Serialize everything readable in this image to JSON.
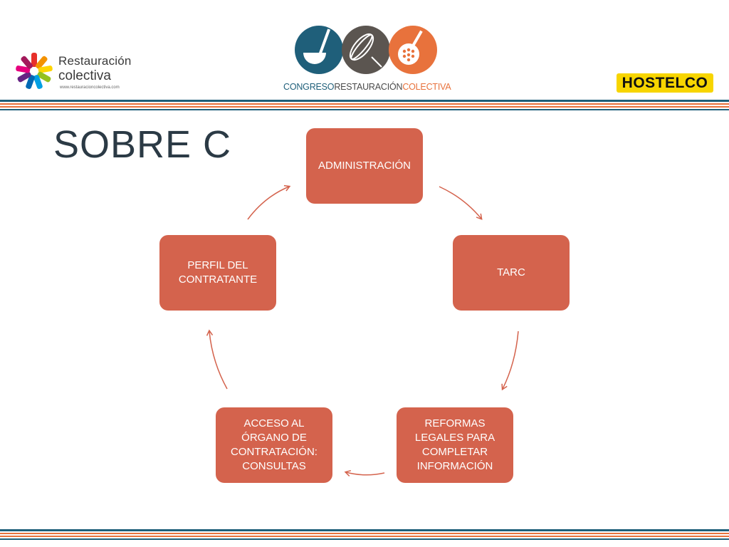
{
  "header": {
    "left_logo": {
      "title": "Restauración",
      "subtitle": "colectiva",
      "url": "www.restauracioncolectiva.com"
    },
    "center_logo": {
      "part1": "CONGRESO",
      "part2": "RESTAURACIÓN",
      "part3": "COLECTIVA"
    },
    "right_logo": {
      "text": "HOSTELCO"
    }
  },
  "slide": {
    "title": "SOBRE C"
  },
  "cycle": {
    "nodes": [
      {
        "label": "ADMINISTRACIÓN"
      },
      {
        "label": "TARC"
      },
      {
        "label": "REFORMAS LEGALES PARA COMPLETAR INFORMACIÓN"
      },
      {
        "label": "ACCESO AL ÓRGANO DE CONTRATACIÓN: CONSULTAS"
      },
      {
        "label": "PERFIL DEL CONTRATANTE"
      }
    ]
  },
  "colors": {
    "node_fill": "#d4634d",
    "arrow": "#d4634d",
    "stripe_teal": "#1f5f7a",
    "stripe_orange": "#e8723c"
  }
}
